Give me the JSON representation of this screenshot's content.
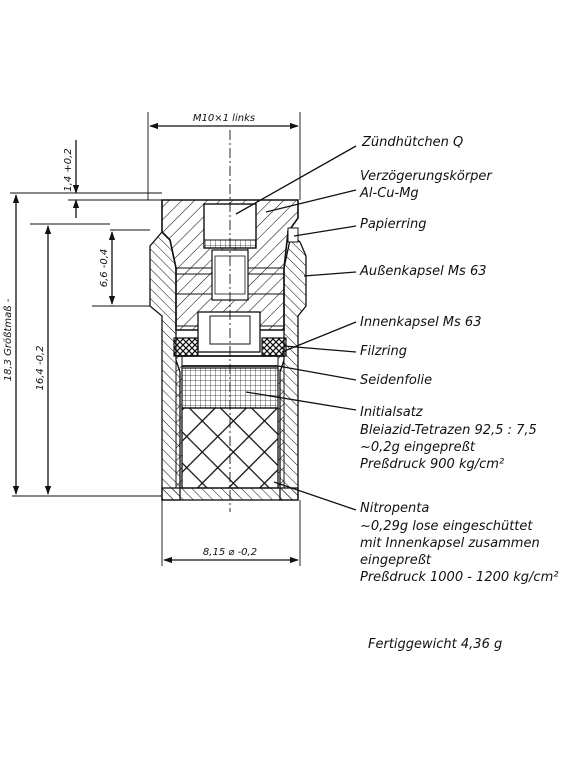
{
  "labels": {
    "thread": "M10×1 links",
    "primer": "Zündhütchen Q",
    "delay_body_1": "Verzögerungskörper",
    "delay_body_2": "Al-Cu-Mg",
    "paper_ring": "Papierring",
    "outer_capsule": "Außenkapsel Ms 63",
    "inner_capsule": "Innenkapsel Ms 63",
    "felt_ring": "Filzring",
    "silk_foil": "Seidenfolie",
    "initial_1": "Initialsatz",
    "initial_2": "Bleiazid-Tetrazen 92,5 : 7,5",
    "initial_3": "~0,2g eingepreßt",
    "initial_4": "Preßdruck 900 kg/cm²",
    "nitropenta_1": "Nitropenta",
    "nitropenta_2": "~0,29g lose eingeschüttet",
    "nitropenta_3": "mit Innenkapsel zusammen",
    "nitropenta_4": "eingepreßt",
    "nitropenta_5": "Preßdruck 1000 - 1200 kg/cm²",
    "weight": "Fertiggewicht 4,36 g"
  },
  "dimensions": {
    "top_gap": "1,4 +0,2",
    "delay_height": "6,6 -0,4",
    "inner_height": "16,4 -0,2",
    "total_height": "18,3 Größtmaß -",
    "diameter": "8,15 ⌀ -0,2"
  }
}
